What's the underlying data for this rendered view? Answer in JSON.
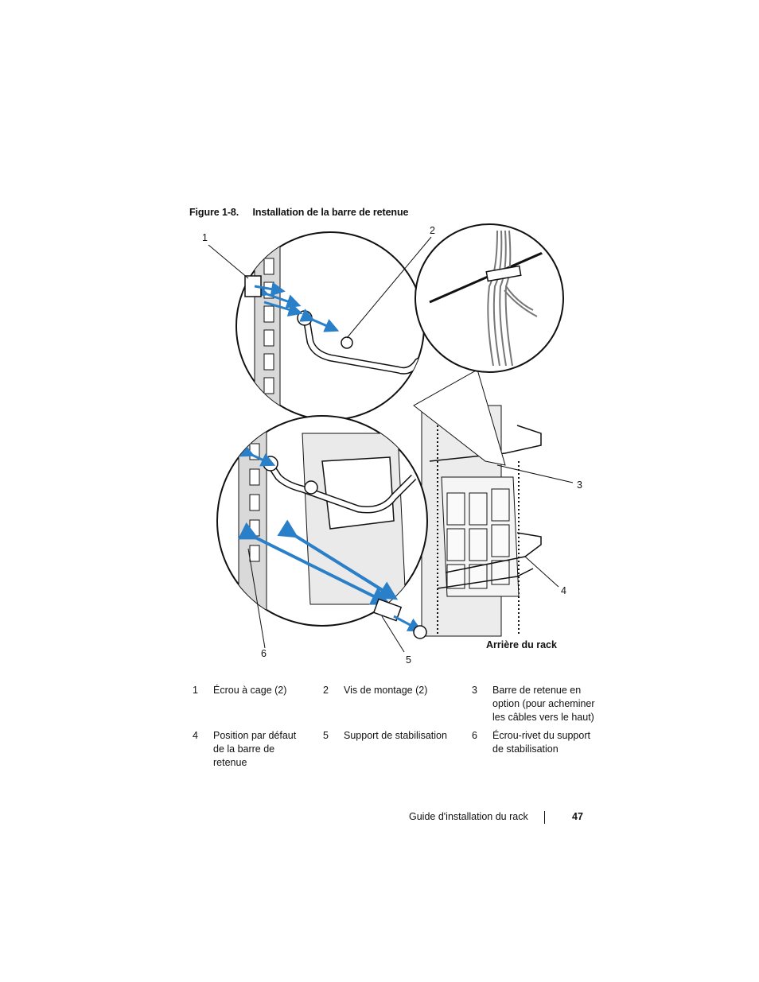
{
  "figure": {
    "number": "Figure 1-8.",
    "title": "Installation de la barre de retenue",
    "callouts": [
      "1",
      "2",
      "3",
      "4",
      "5",
      "6"
    ],
    "rack_label": "Arrière du rack"
  },
  "legend": [
    {
      "num": "1",
      "text_lines": [
        "Écrou à cage (2)"
      ]
    },
    {
      "num": "2",
      "text_lines": [
        "Vis de montage (2)"
      ]
    },
    {
      "num": "3",
      "text_lines": [
        "Barre de retenue en",
        "option (pour acheminer",
        "les câbles vers le haut)"
      ]
    },
    {
      "num": "4",
      "text_lines": [
        "Position par défaut",
        "de la barre de",
        "retenue"
      ]
    },
    {
      "num": "5",
      "text_lines": [
        "Support de stabilisation"
      ]
    },
    {
      "num": "6",
      "text_lines": [
        "Écrou-rivet du support",
        "de stabilisation"
      ]
    }
  ],
  "footer": {
    "title": "Guide d'installation du rack",
    "page": "47"
  },
  "colors": {
    "arrow_blue": "#2a7fc9",
    "line": "#111111",
    "shade": "#d8d8d8"
  }
}
